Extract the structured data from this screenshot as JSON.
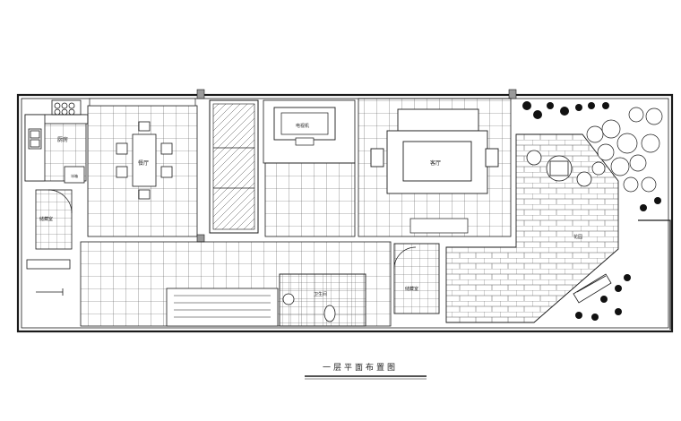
{
  "drawing_title": "一层平面布置图",
  "rooms": {
    "kitchen": "厨房",
    "dining": "餐厅",
    "tv": "电视机",
    "living": "客厅",
    "garden": "花园",
    "storage_left": "储藏室",
    "toilet": "卫生间",
    "storage_mid": "储藏室",
    "appliance": "冰箱"
  },
  "colors": {
    "line": "#1a1a1a",
    "grid": "#555555",
    "background": "#ffffff"
  }
}
